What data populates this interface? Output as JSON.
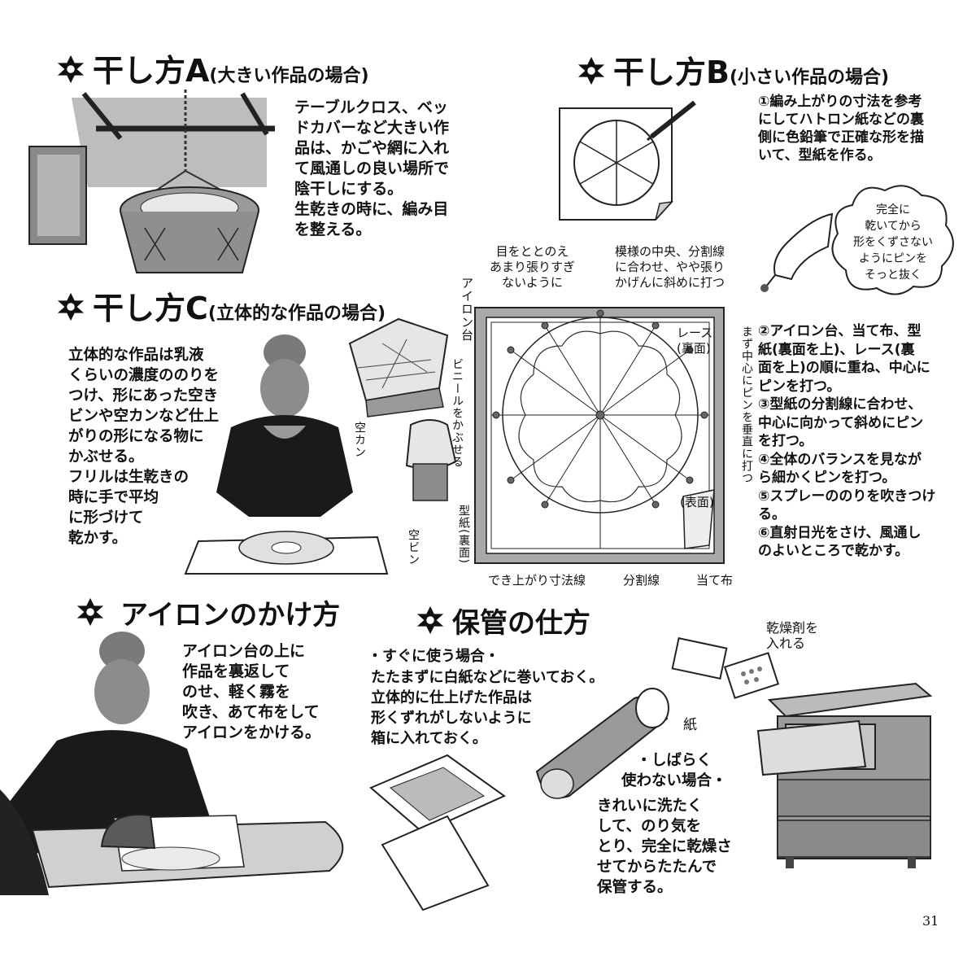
{
  "sectionA": {
    "title": "干し方A",
    "subtitle": "(大きい作品の場合)",
    "text": "テーブルクロス、ベッ\nドカバーなど大きい作\n品は、かごや網に入れ\nて風通しの良い場所で\n陰干しにする。\n生乾きの時に、編み目\nを整える。"
  },
  "sectionB": {
    "title": "干し方B",
    "subtitle": "(小さい作品の場合)",
    "step1": "①編み上がりの寸法を参考\nにしてハトロン紙などの裏\n側に色鉛筆で正確な形を描\nいて、型紙を作る。",
    "bubble": "完全に\n乾いてから\n形をくずさない\nようにピンを\nそっと抜く",
    "steps": "②アイロン台、当て布、型\n紙(裏面を上)、レース(裏\n面を上)の順に重ね、中心に\nピンを打つ。\n③型紙の分割線に合わせ、\n中心に向かって斜めにピン\nを打つ。\n④全体のバランスを見なが\nら細かくピンを打つ。\n⑤スプレーののりを吹きつけ\nる。\n⑥直射日光をさけ、風通し\nのよいところで乾かす。",
    "labels": {
      "top_left": "目をととのえ\nあまり張りすぎ\nないように",
      "top_right": "模様の中央、分割線\nに合わせ、やや張り\nかげんに斜めに打つ",
      "ironing_board": "アイロン台",
      "lace_back": "レース\n(裏面)",
      "pattern_back": "型紙(裏面)",
      "center_first": "まず中心にピンを垂直に打つ",
      "front": "(表面)",
      "finish_line": "でき上がり寸法線",
      "division": "分割線",
      "cloth": "当て布"
    }
  },
  "sectionC": {
    "title": "干し方C",
    "subtitle": "(立体的な作品の場合)",
    "text": "立体的な作品は乳液\nくらいの濃度ののりを\nつけ、形にあった空き\nビンや空カンなど仕上\nがりの形になる物に\nかぶせる。\nフリルは生乾きの\n時に手で平均\nに形づけて\n乾かす。",
    "labels": {
      "vinyl": "ビニールをかぶせる",
      "can": "空カン",
      "bottle": "空ビン"
    }
  },
  "ironing": {
    "title": "アイロンのかけ方",
    "text": "アイロン台の上に\n作品を裏返して\nのせ、軽く霧を\n吹き、あて布をして\nアイロンをかける。"
  },
  "storage": {
    "title": "保管の仕方",
    "soon_heading": "・すぐに使う場合・",
    "soon_text": "たたまずに白紙などに巻いておく。\n立体的に仕上げた作品は\n形くずれがしないように\n箱に入れておく。",
    "paper_label": "紙",
    "desiccant_label": "乾燥剤を\n入れる",
    "later_heading": "・しばらく\n使わない場合・",
    "later_text": "きれいに洗たく\nして、のり気を\nとり、完全に乾燥さ\nせてからたたんで\n保管する。"
  },
  "page_number": "31",
  "colors": {
    "ink": "#111111",
    "gray": "#8c8c8c",
    "light": "#d6d6d6",
    "dark": "#3a3a3a"
  }
}
